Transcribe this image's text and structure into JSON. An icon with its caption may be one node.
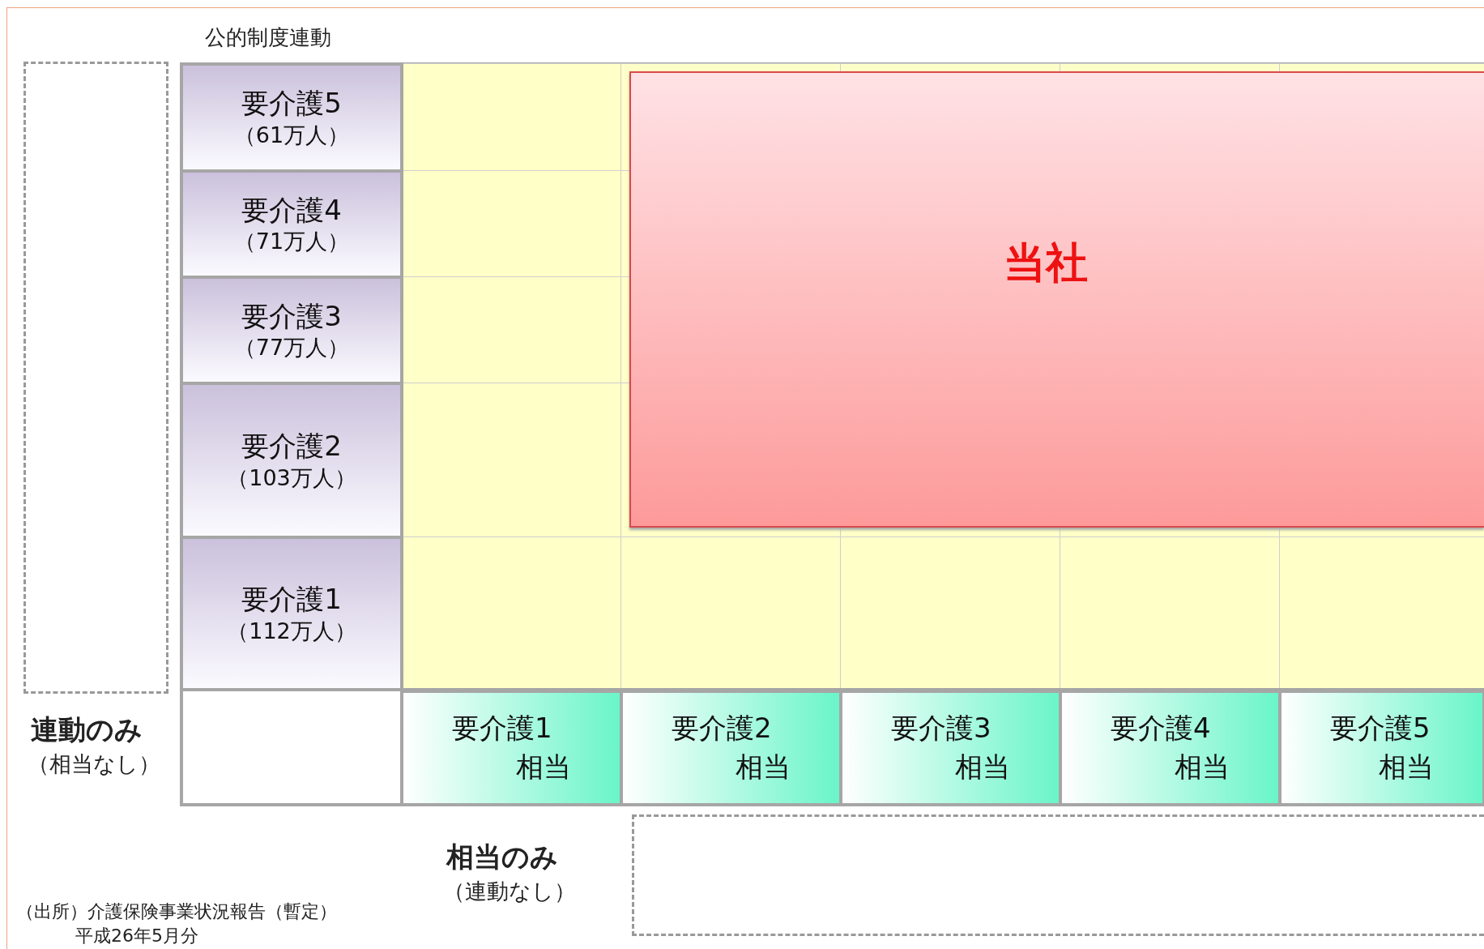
{
  "diagram": {
    "nodes": [
      {
        "text": [
          "連動のみ",
          "（相当なし）"
        ]
      },
      {
        "text": [
          "要介護5",
          "（61万人）"
        ]
      },
      {
        "text": [
          "要介護4",
          "（71万人）"
        ]
      },
      {
        "text": [
          "要介護3",
          "（77万人）"
        ]
      },
      {
        "text": [
          "要介護2",
          "（103万人）"
        ]
      },
      {
        "text": [
          "要介護1",
          "（112万人）"
        ]
      },
      {
        "text": [
          "当社"
        ]
      },
      {
        "text": [
          "要介護1",
          "相当"
        ]
      },
      {
        "text": [
          "要介護2",
          "相当"
        ]
      },
      {
        "text": [
          "要介護3",
          "相当"
        ]
      },
      {
        "text": [
          "要介護4",
          "相当"
        ]
      },
      {
        "text": [
          "要介護5",
          "相当"
        ]
      },
      {
        "text": [
          "相当のみ",
          "（連動なし）"
        ]
      }
    ],
    "labels": [
      "公的制度連動",
      "（出所）介護保険事業状況報告（暫定）",
      "平成26年5月分"
    ]
  }
}
